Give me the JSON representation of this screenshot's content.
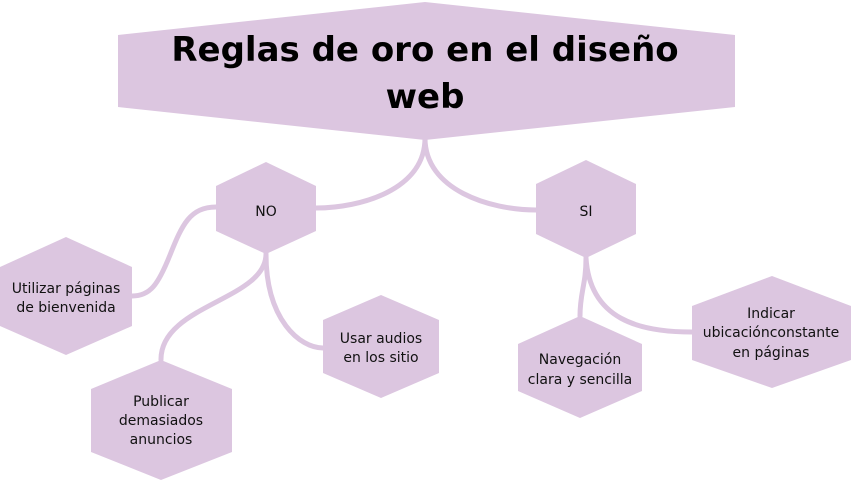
{
  "colors": {
    "node_fill": "#dcc6e0",
    "text": "#111111"
  },
  "title": {
    "line1": "Reglas de oro en el diseño",
    "line2": "web"
  },
  "branches": {
    "no": {
      "label": "NO",
      "children": [
        {
          "lines": [
            "Utilizar páginas",
            "de bienvenida"
          ]
        },
        {
          "lines": [
            "Publicar",
            "demasiados",
            "anuncios"
          ]
        },
        {
          "lines": [
            "Usar audios",
            "en los sitio"
          ]
        }
      ]
    },
    "si": {
      "label": "SI",
      "children": [
        {
          "lines": [
            "Navegación",
            "clara y sencilla"
          ]
        },
        {
          "lines": [
            "Indicar",
            "ubicaciónconstante",
            "en páginas"
          ]
        }
      ]
    }
  }
}
